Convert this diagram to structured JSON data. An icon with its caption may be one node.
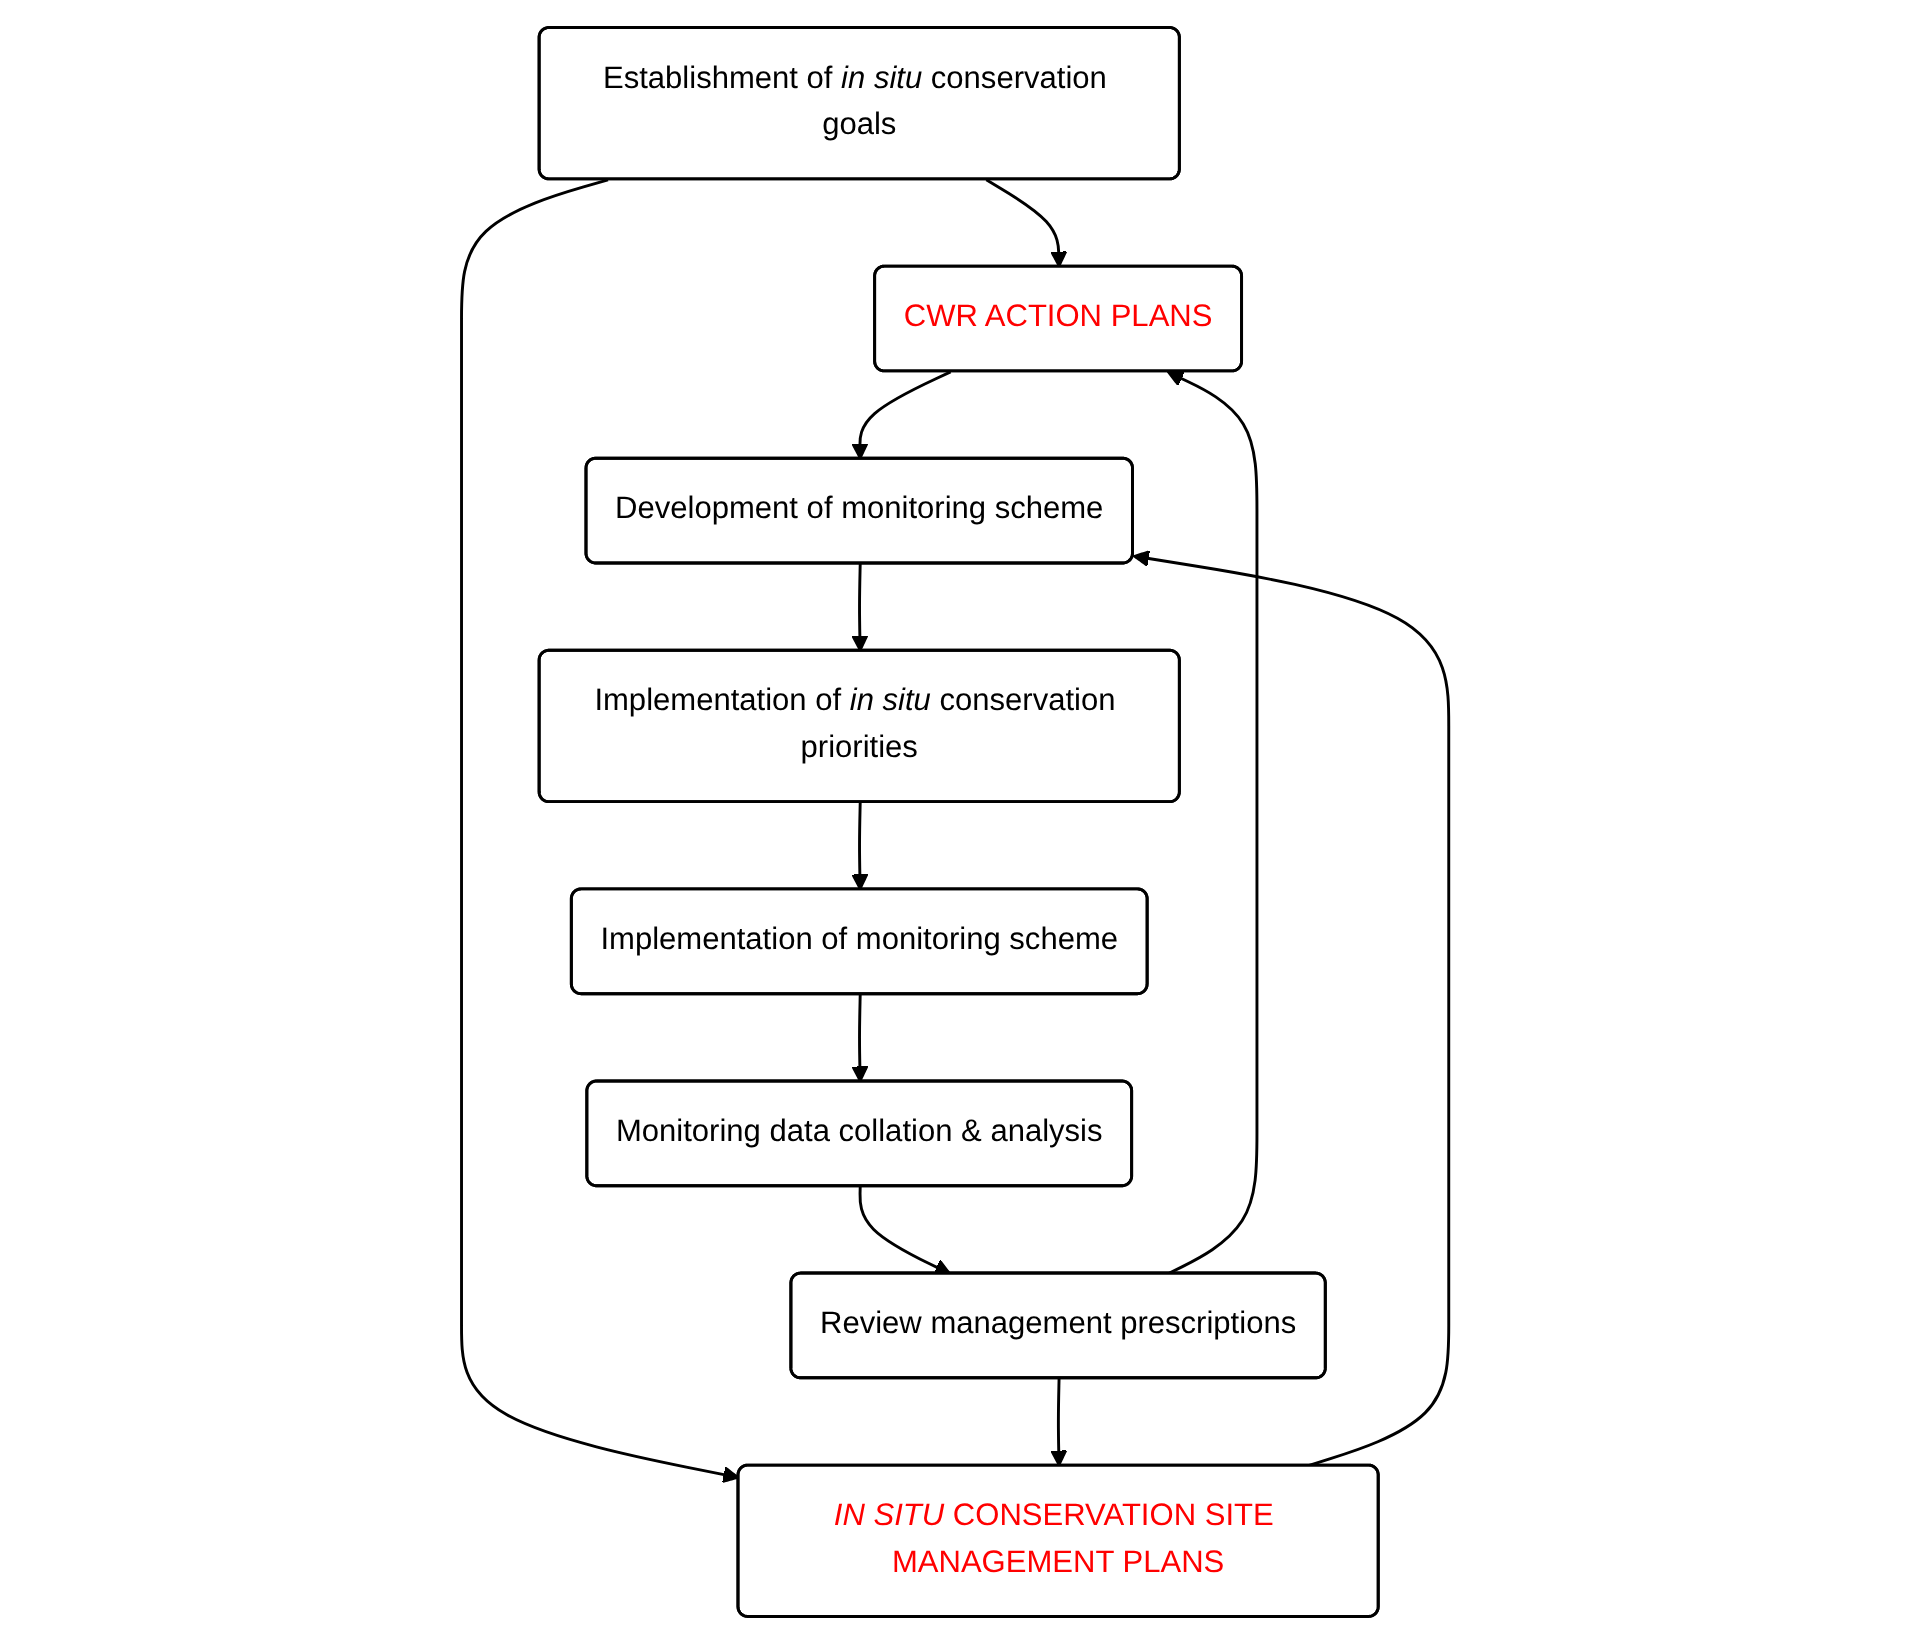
{
  "diagram": {
    "nodes": [
      {
        "text": [
          "Establishment of *in situ* conservation goals"
        ]
      },
      {
        "text": [
          "CWR ACTION PLANS"
        ]
      },
      {
        "text": [
          "*IN SITU* CONSERVATION SITE MANAGEMENT PLANS"
        ]
      },
      {
        "text": [
          "Development of monitoring scheme"
        ]
      },
      {
        "text": [
          "Implementation of *in situ* conservation priorities"
        ]
      },
      {
        "text": [
          "Implementation of monitoring scheme"
        ]
      },
      {
        "text": [
          "Monitoring data collation & analysis"
        ]
      },
      {
        "text": [
          "Review management prescriptions"
        ]
      }
    ],
    "edges": [
      {
        "from": 0,
        "to": 1,
        "arrow": "to"
      },
      {
        "from": 0,
        "to": 2,
        "arrow": "to"
      },
      {
        "from": 1,
        "to": 3,
        "arrow": "to"
      },
      {
        "from": 2,
        "to": 3,
        "arrow": "to"
      },
      {
        "from": 3,
        "to": 4,
        "arrow": "to"
      },
      {
        "from": 4,
        "to": 5,
        "arrow": "to"
      },
      {
        "from": 5,
        "to": 6,
        "arrow": "to"
      },
      {
        "from": 6,
        "to": 7,
        "arrow": "to"
      },
      {
        "from": 7,
        "to": 1,
        "arrow": "to"
      },
      {
        "from": 7,
        "to": 2,
        "arrow": "to"
      }
    ]
  }
}
